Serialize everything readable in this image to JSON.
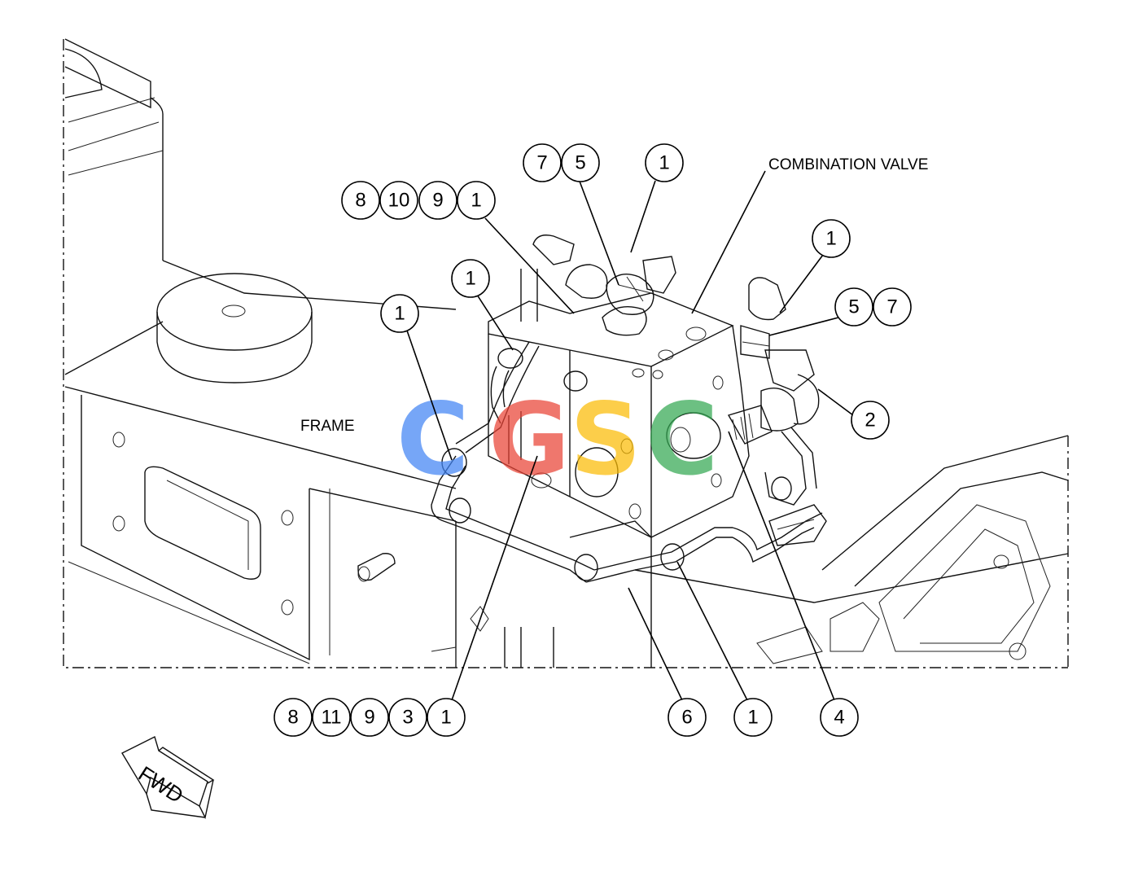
{
  "labels": {
    "combination_valve": "COMBINATION VALVE",
    "frame": "FRAME",
    "fwd": "FWD"
  },
  "callouts": {
    "top_7": "7",
    "top_5": "5",
    "top_1": "1",
    "g8_8": "8",
    "g8_10": "10",
    "g8_9": "9",
    "g8_1": "1",
    "left_1a": "1",
    "left_1b": "1",
    "right_1": "1",
    "right_5": "5",
    "right_7": "7",
    "right_2": "2",
    "bot_8": "8",
    "bot_11": "11",
    "bot_9": "9",
    "bot_3": "3",
    "bot_1": "1",
    "bot_6": "6",
    "bot_1b": "1",
    "bot_4": "4"
  },
  "watermark": {
    "text": "CGSC",
    "colors": [
      "#4285F4",
      "#EA4335",
      "#FBBC05",
      "#34A853"
    ]
  }
}
